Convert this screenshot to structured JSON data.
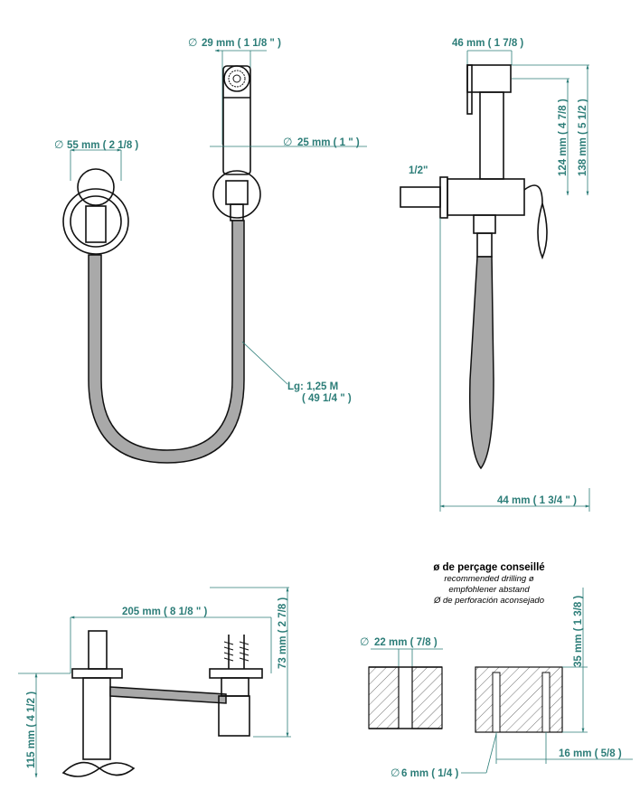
{
  "front_view": {
    "head_diameter": "29 mm ( 1 1/8 \" )",
    "flange_diameter": "55 mm ( 2 1/8 )",
    "handle_diameter": "25 mm ( 1 \" )",
    "hose_length": "Lg: 1,25 M",
    "hose_length_inches": "( 49 1/4 \" )"
  },
  "side_view": {
    "head_width": "46 mm ( 1 7/8 )",
    "height_124": "124 mm ( 4 7/8 )",
    "height_138": "138 mm ( 5 1/2 )",
    "thread": "1/2\"",
    "depth": "44 mm ( 1 3/4 \" )"
  },
  "top_view": {
    "width": "205 mm ( 8 1/8 \" )",
    "height_73": "73 mm ( 2 7/8 )",
    "height_115": "115 mm ( 4 1/2 )"
  },
  "drilling": {
    "title": "ø de perçage conseillé",
    "subtitle_en": "recommended drilling ø",
    "subtitle_de": "empfohlener abstand",
    "subtitle_es": "Ø de perforación aconsejado",
    "hole_22": "22 mm ( 7/8 )",
    "depth_35": "35 mm ( 1 3/8 )",
    "hole_6": "6 mm ( 1/4 )",
    "spacing_16": "16 mm ( 5/8 )",
    "diameter_symbol": "∅"
  }
}
